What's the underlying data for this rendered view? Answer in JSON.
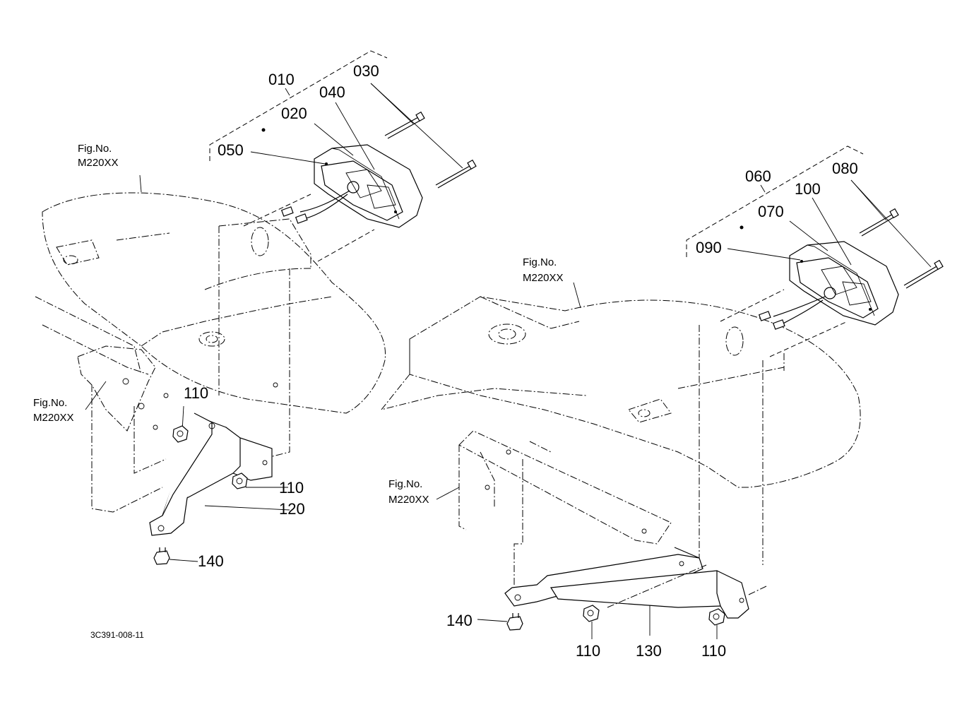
{
  "diagram": {
    "drawing_code": "3C391-008-11",
    "figure_refs": [
      {
        "fig_label": "Fig.No.",
        "fig_no": "M220XX"
      },
      {
        "fig_label": "Fig.No.",
        "fig_no": "M220XX"
      },
      {
        "fig_label": "Fig.No.",
        "fig_no": "M220XX"
      },
      {
        "fig_label": "Fig.No.",
        "fig_no": "M220XX"
      }
    ],
    "left_assembly": {
      "assembly_no": "010",
      "parts": [
        "020",
        "030",
        "040",
        "050",
        "110",
        "110",
        "120",
        "140"
      ]
    },
    "right_assembly": {
      "assembly_no": "060",
      "parts": [
        "070",
        "080",
        "090",
        "100",
        "110",
        "110",
        "130",
        "140"
      ]
    }
  }
}
